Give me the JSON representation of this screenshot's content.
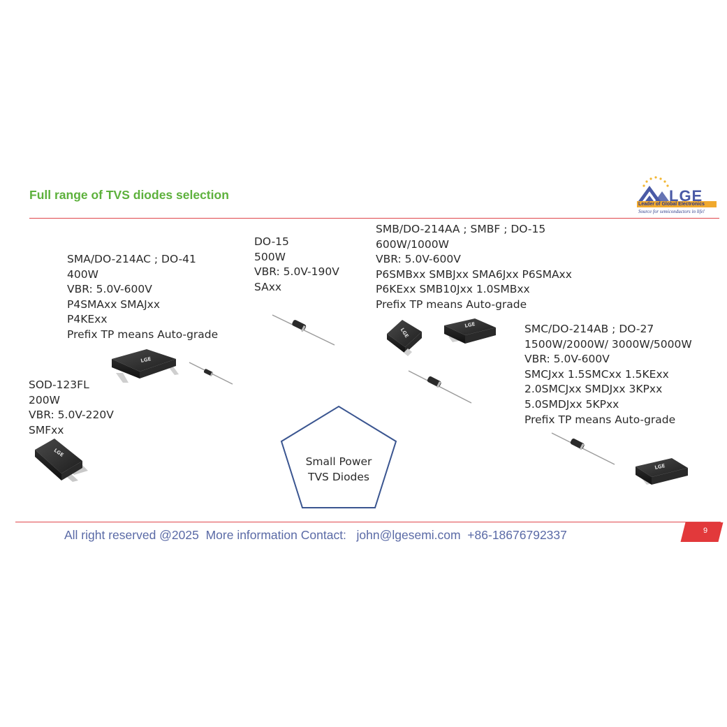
{
  "header": {
    "title": "Full range of TVS diodes selection"
  },
  "logo": {
    "brand": "LGE",
    "tagline": "Leader of Global Electronics",
    "slogan": "Source for semiconductors in life!"
  },
  "products": {
    "sma": {
      "lines": [
        "SMA/DO-214AC ; DO-41",
        "400W",
        "VBR: 5.0V-600V",
        "P4SMAxx SMAJxx",
        "P4KExx",
        "Prefix TP means Auto-grade"
      ]
    },
    "do15": {
      "lines": [
        "DO-15",
        "500W",
        "VBR: 5.0V-190V",
        "SAxx"
      ]
    },
    "smb": {
      "lines": [
        "SMB/DO-214AA ; SMBF ; DO-15",
        "600W/1000W",
        "VBR: 5.0V-600V",
        "P6SMBxx SMBJxx  SMA6Jxx P6SMAxx",
        "P6KExx SMB10Jxx 1.0SMBxx",
        "Prefix TP means Auto-grade"
      ]
    },
    "smc": {
      "lines": [
        "SMC/DO-214AB ; DO-27",
        "1500W/2000W/ 3000W/5000W",
        "VBR: 5.0V-600V",
        "SMCJxx 1.5SMCxx 1.5KExx",
        "2.0SMCJxx SMDJxx 3KPxx",
        "5.0SMDJxx 5KPxx",
        "Prefix TP means Auto-grade"
      ]
    },
    "sod": {
      "lines": [
        "SOD-123FL",
        "200W",
        "VBR: 5.0V-220V",
        "SMFxx"
      ]
    }
  },
  "center": {
    "line1": "Small Power",
    "line2": "TVS Diodes"
  },
  "chip_marking": "LGE",
  "footer": {
    "text": "All right reserved @2025  More information Contact:   john@lgesemi.com  +86-18676792337",
    "page_number": "9"
  },
  "colors": {
    "title_green": "#5db13c",
    "rule_red": "#e0474c",
    "footer_blue": "#5a6aa6",
    "pentagon_blue": "#3a5590",
    "page_box_red": "#e2393b"
  }
}
